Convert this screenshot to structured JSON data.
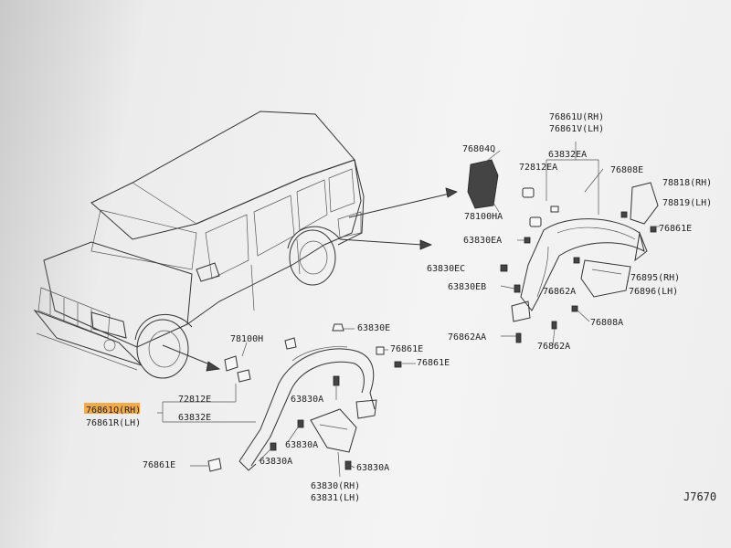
{
  "labels": {
    "l01": "76861U(RH)",
    "l02": "76861V(LH)",
    "l03": "76804Q",
    "l04": "63832EA",
    "l05": "72812EA",
    "l06": "76808E",
    "l07": "78818(RH)",
    "l08": "78819(LH)",
    "l09": "78100HA",
    "l10": "76861E",
    "l11": "63830EA",
    "l12": "63830EC",
    "l13": "76895(RH)",
    "l14": "63830EB",
    "l15": "76896(LH)",
    "l16": "76862A",
    "l17": "76808A",
    "l18": "63830E",
    "l19": "76862AA",
    "l20": "78100H",
    "l21": "76862A",
    "l22": "76861E",
    "l23": "76861E",
    "l24": "72812E",
    "l25": "63830A",
    "l26": "76861Q(RH)",
    "l27": "63832E",
    "l28": "76861R(LH)",
    "l29": "63830A",
    "l30": "76861E",
    "l31": "63830A",
    "l32": "63830A",
    "l33": "63830(RH)",
    "l34": "63831(LH)",
    "l35": "J7670"
  },
  "colors": {
    "highlight": "#f0a030",
    "line": "#333333",
    "background": "#f4f4f4"
  }
}
